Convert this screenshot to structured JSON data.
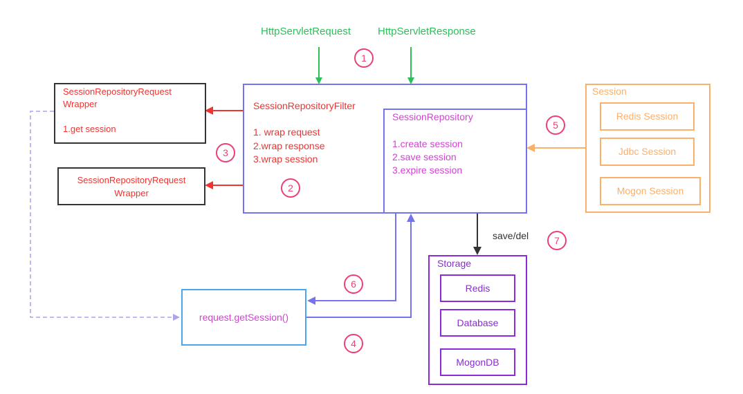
{
  "top": {
    "request": "HttpServletRequest",
    "response": "HttpServletResponse"
  },
  "filter": {
    "title": "SessionRepositoryFilter",
    "items": [
      "1. wrap request",
      "2.wrap response",
      "3.wrap session"
    ]
  },
  "repository": {
    "title": "SessionRepository",
    "items": [
      "1.create session",
      "2.save session",
      "3.expire session"
    ]
  },
  "wrapper1": {
    "line1": "SessionRepositoryRequest",
    "line2": "Wrapper",
    "line3": "1.get session"
  },
  "wrapper2": {
    "line1": "SessionRepositoryRequest",
    "line2": "Wrapper"
  },
  "session": {
    "title": "Session",
    "items": [
      "Redis Session",
      "Jdbc Session",
      "Mogon Session"
    ]
  },
  "storage": {
    "title": "Storage",
    "items": [
      "Redis",
      "Database",
      "MogonDB"
    ]
  },
  "get_session": "request.getSession()",
  "save_del": "save/del",
  "steps": [
    "1",
    "2",
    "3",
    "4",
    "5",
    "6",
    "7"
  ],
  "colors": {
    "green": "#2dbf5a",
    "red": "#ef3330",
    "blue_purple": "#7373f0",
    "magenta": "#d63fd6",
    "orange": "#fbb06a",
    "purple": "#8a2bd6",
    "light_blue": "#4aa4ee",
    "pink": "#ec3f74",
    "dark": "#333333"
  }
}
